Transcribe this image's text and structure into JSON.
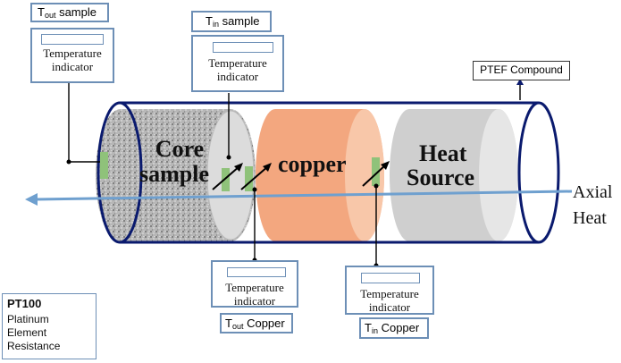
{
  "labels": {
    "tout_sample_prefix": "T",
    "tout_sample_sub": "out",
    "tout_sample_suffix": " sample",
    "tin_sample_prefix": "T",
    "tin_sample_sub": "in",
    "tin_sample_suffix": " sample",
    "tout_copper_prefix": "T",
    "tout_copper_sub": "out",
    "tout_copper_suffix": " Copper",
    "tin_copper_prefix": "T",
    "tin_copper_sub": "in",
    "tin_copper_suffix": " Copper",
    "temperature_indicator_line1": "Temperature",
    "temperature_indicator_line2": "indicator",
    "ptef_compound": "PTEF Compound",
    "core_sample_line1": "Core",
    "core_sample_line2": "sample",
    "copper": "copper",
    "heat_source_line1": "Heat",
    "heat_source_line2": "Source",
    "axial_line1": "Axial",
    "axial_line2": "Heat"
  },
  "legend": {
    "title": "PT100",
    "line1": "Platinum",
    "line2": "Element",
    "line3": "Resistance"
  },
  "colors": {
    "outline": "#0a1a6e",
    "box_border": "#6d8fb6",
    "copper": "#f3a77f",
    "copper_end": "#f8c7a9",
    "heat_source": "#cfcfcf",
    "heat_end": "#e6e6e6",
    "sensor": "#8fc27a",
    "axis_arrow": "#6fa0cf"
  }
}
